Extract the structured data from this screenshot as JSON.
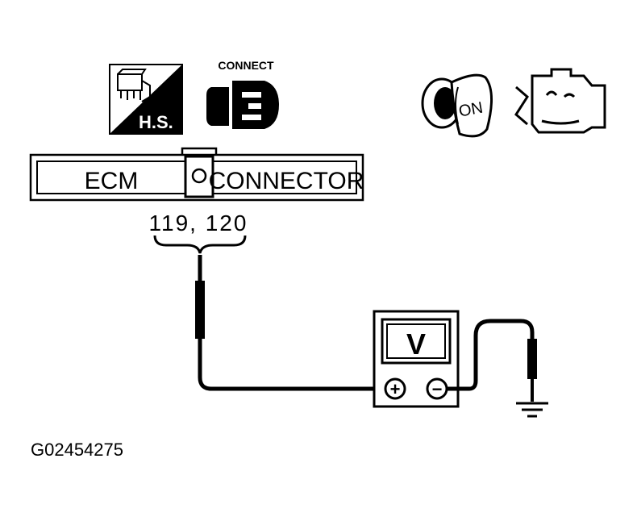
{
  "icons": {
    "hs_label": "H.S.",
    "connect_label": "CONNECT",
    "ignition_label": "ON"
  },
  "connector": {
    "left_label": "ECM",
    "right_label": "CONNECTOR",
    "terminals": "119, 120"
  },
  "meter": {
    "label": "V",
    "positive_symbol": "+",
    "negative_symbol": "−"
  },
  "figure_id": "G02454275",
  "colors": {
    "ink": "#000000",
    "paper": "#ffffff"
  }
}
